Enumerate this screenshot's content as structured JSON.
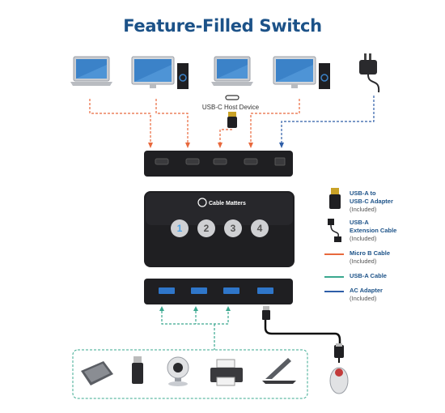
{
  "title": "Feature-Filled Switch",
  "host_label": "USB-C Host Device",
  "brand": "Cable Matters",
  "switch_buttons": [
    "1",
    "2",
    "3",
    "4"
  ],
  "legend": [
    {
      "line1": "USB-A to",
      "line2": "USB-C Adapter",
      "note": "(Included)",
      "icon": "usb-c-adapter-icon"
    },
    {
      "line1": "USB-A",
      "line2": "Extension Cable",
      "note": "(Included)",
      "icon": "extension-cable-icon"
    },
    {
      "line1": "Micro B Cable",
      "line2": "",
      "note": "(Included)",
      "color": "#e8693d"
    },
    {
      "line1": "USB-A Cable",
      "line2": "",
      "note": "",
      "color": "#3aa88f"
    },
    {
      "line1": "AC Adapter",
      "line2": "",
      "note": "(Included)",
      "color": "#2e5ea8"
    }
  ],
  "colors": {
    "title": "#1c5288",
    "micro_b": "#e8693d",
    "usb_a": "#3aa88f",
    "ac": "#2e5ea8",
    "device_body": "#1f1f22"
  },
  "top_devices": [
    "laptop-icon",
    "monitor-pc-icon",
    "laptop-icon",
    "monitor-pc-icon",
    "ac-adapter-icon"
  ],
  "bottom_devices": [
    "external-drive-icon",
    "usb-flash-drive-icon",
    "webcam-icon",
    "printer-icon",
    "scanner-icon",
    "mouse-icon"
  ]
}
